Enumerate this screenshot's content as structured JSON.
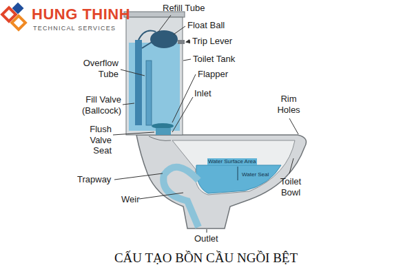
{
  "diagram": {
    "caption": "CẤU TẠO BỒN CẦU NGỒI BỆT",
    "labels": [
      "HUNG THINH",
      "TECHNICAL SERVICES",
      "Refill Tube",
      "Float Ball",
      "Trip Lever",
      "Overflow Tube",
      "Toilet Tank",
      "Fill Valve (Ballcock)",
      "Flapper",
      "Rim Holes",
      "Inlet",
      "Flush Valve Seat",
      "Water Surface Area",
      "Water Seal",
      "Trapway",
      "Toilet Bowl",
      "Weir",
      "Outlet"
    ]
  }
}
